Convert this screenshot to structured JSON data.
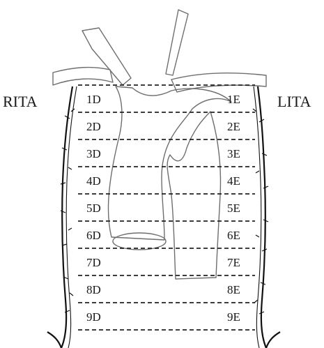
{
  "labels": {
    "right": "RITA",
    "left": "LITA"
  },
  "levels": [
    {
      "right": "1D",
      "left": "1E"
    },
    {
      "right": "2D",
      "left": "2E"
    },
    {
      "right": "3D",
      "left": "3E"
    },
    {
      "right": "4D",
      "left": "4E"
    },
    {
      "right": "5D",
      "left": "5E"
    },
    {
      "right": "6D",
      "left": "6E"
    },
    {
      "right": "7D",
      "left": "7E"
    },
    {
      "right": "8D",
      "left": "8E"
    },
    {
      "right": "9D",
      "left": "9E"
    }
  ]
}
